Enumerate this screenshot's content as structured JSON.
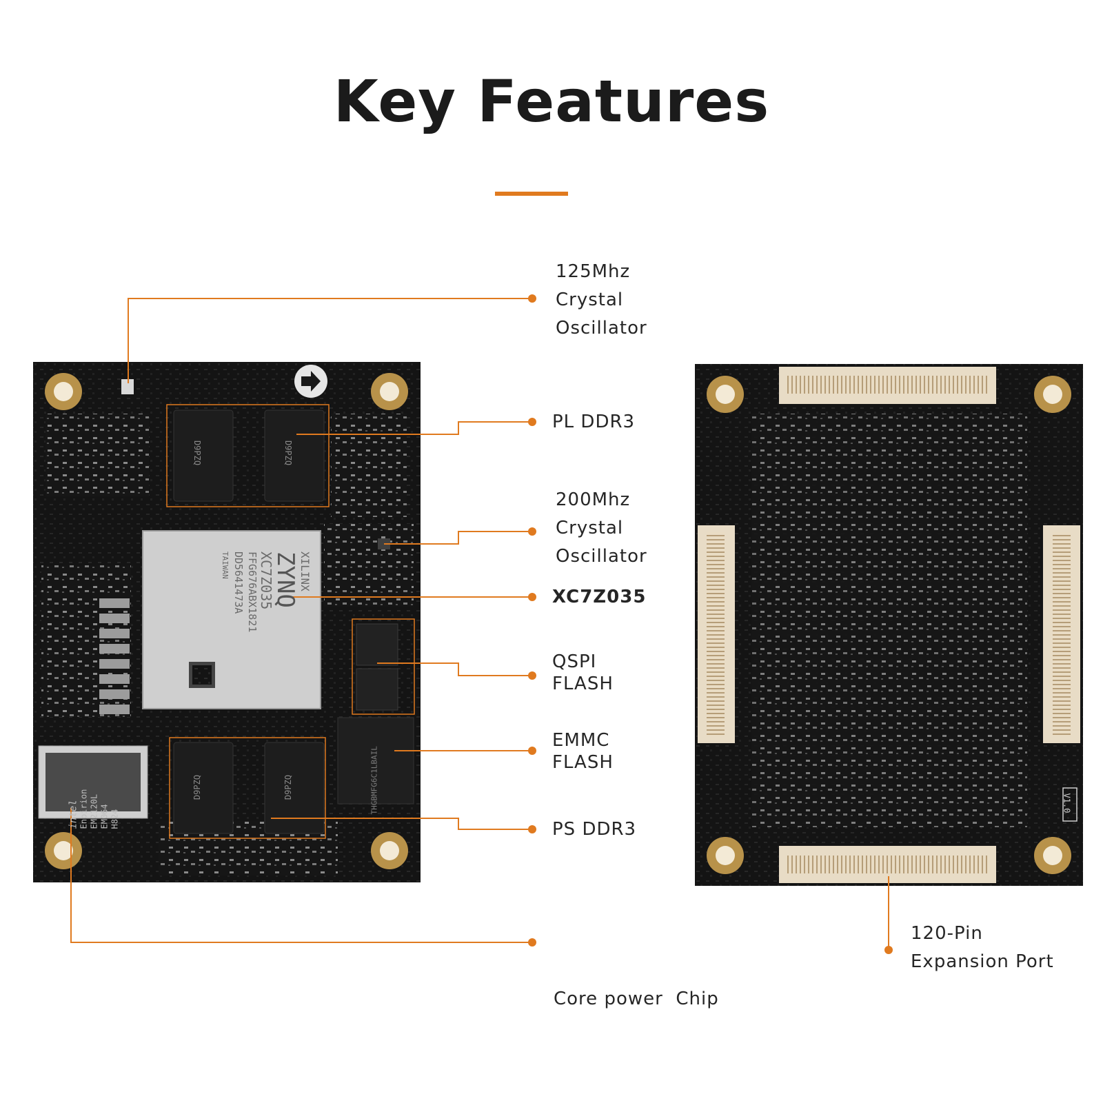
{
  "header": {
    "title": "Key Features"
  },
  "colors": {
    "accent": "#e07a1f",
    "pcb": "#111111",
    "chip_silver": "#c9c9c9",
    "connector": "#e8dcc6",
    "hole_gold": "#b8924a"
  },
  "callouts": [
    {
      "id": "crystal-125",
      "lines": [
        "125Mhz",
        "Crystal",
        "Oscillator"
      ]
    },
    {
      "id": "pl-ddr3",
      "lines": [
        "PL DDR3"
      ]
    },
    {
      "id": "crystal-200",
      "lines": [
        "200Mhz",
        "Crystal",
        "Oscillator"
      ]
    },
    {
      "id": "xc7z035",
      "lines": [
        "XC7Z035"
      ]
    },
    {
      "id": "qspi-flash",
      "lines": [
        "QSPI",
        "FLASH"
      ]
    },
    {
      "id": "emmc-flash",
      "lines": [
        "EMMC",
        "FLASH"
      ]
    },
    {
      "id": "ps-ddr3",
      "lines": [
        "PS DDR3"
      ]
    },
    {
      "id": "core-power",
      "lines": [
        "Core power  Chip"
      ]
    },
    {
      "id": "expansion-port",
      "lines": [
        "120-Pin",
        "Expansion Port"
      ]
    }
  ],
  "board_front": {
    "fpga": {
      "brand": "XILINX",
      "family": "ZYNQ",
      "part": "XC7Z035",
      "package": "FFG676ABX1821",
      "lot": "DD5641473A",
      "origin": "TAIWAN"
    },
    "ddr_chip_marking": "D9PZQ",
    "power_chip": {
      "brand": "intel",
      "line": "Enpirion",
      "part": "EM2120L",
      "code": "EM064",
      "date": "H824"
    },
    "emmc_marking": "THGBMFG6C1LBAIL"
  },
  "board_back": {
    "version": "V1.0"
  }
}
